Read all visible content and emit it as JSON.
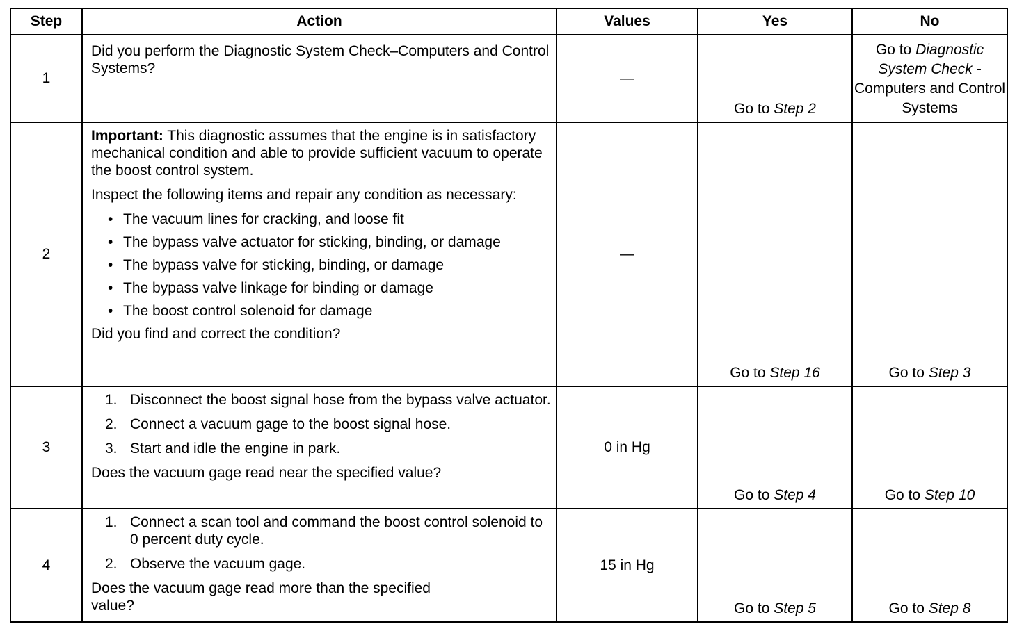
{
  "headers": {
    "step": "Step",
    "action": "Action",
    "values": "Values",
    "yes": "Yes",
    "no": "No"
  },
  "rows": [
    {
      "step": "1",
      "action_text": "Did you perform the Diagnostic System Check–Computers and Control Systems?",
      "value": "—",
      "yes_prefix": "Go to",
      "yes_ref": "Step 2",
      "no_prefix": "Go to",
      "no_ref": "Diagnostic System Check -",
      "no_suffix": "Computers and Control Systems"
    },
    {
      "step": "2",
      "important_label": "Important:",
      "important_text": " This diagnostic assumes that the engine is in satisfactory mechanical condition and able to provide sufficient vacuum to operate the boost control system.",
      "inspect_text": "Inspect the following items and repair any condition as necessary:",
      "bullets": [
        "The vacuum lines for cracking, and loose fit",
        "The bypass valve actuator for sticking, binding, or damage",
        "The bypass valve for sticking, binding, or damage",
        "The bypass valve linkage for binding or damage",
        "The boost control solenoid for damage"
      ],
      "question": "Did you find and correct the condition?",
      "value": "—",
      "yes_prefix": "Go to",
      "yes_ref": "Step 16",
      "no_prefix": "Go to",
      "no_ref": "Step 3"
    },
    {
      "step": "3",
      "steps": [
        "Disconnect the boost signal hose from the bypass valve actuator.",
        "Connect a vacuum gage to the boost signal hose.",
        "Start and idle the engine in park."
      ],
      "question": "Does the vacuum gage read near the specified value?",
      "value": "0 in Hg",
      "yes_prefix": "Go to",
      "yes_ref": "Step 4",
      "no_prefix": "Go to",
      "no_ref": "Step 10"
    },
    {
      "step": "4",
      "steps": [
        "Connect a scan tool and command the boost control solenoid to 0 percent duty cycle.",
        "Observe the vacuum gage."
      ],
      "question": "Does the vacuum gage read more than the specified value?",
      "value": "15 in Hg",
      "yes_prefix": "Go to",
      "yes_ref": "Step 5",
      "no_prefix": "Go to",
      "no_ref": "Step 8"
    }
  ]
}
